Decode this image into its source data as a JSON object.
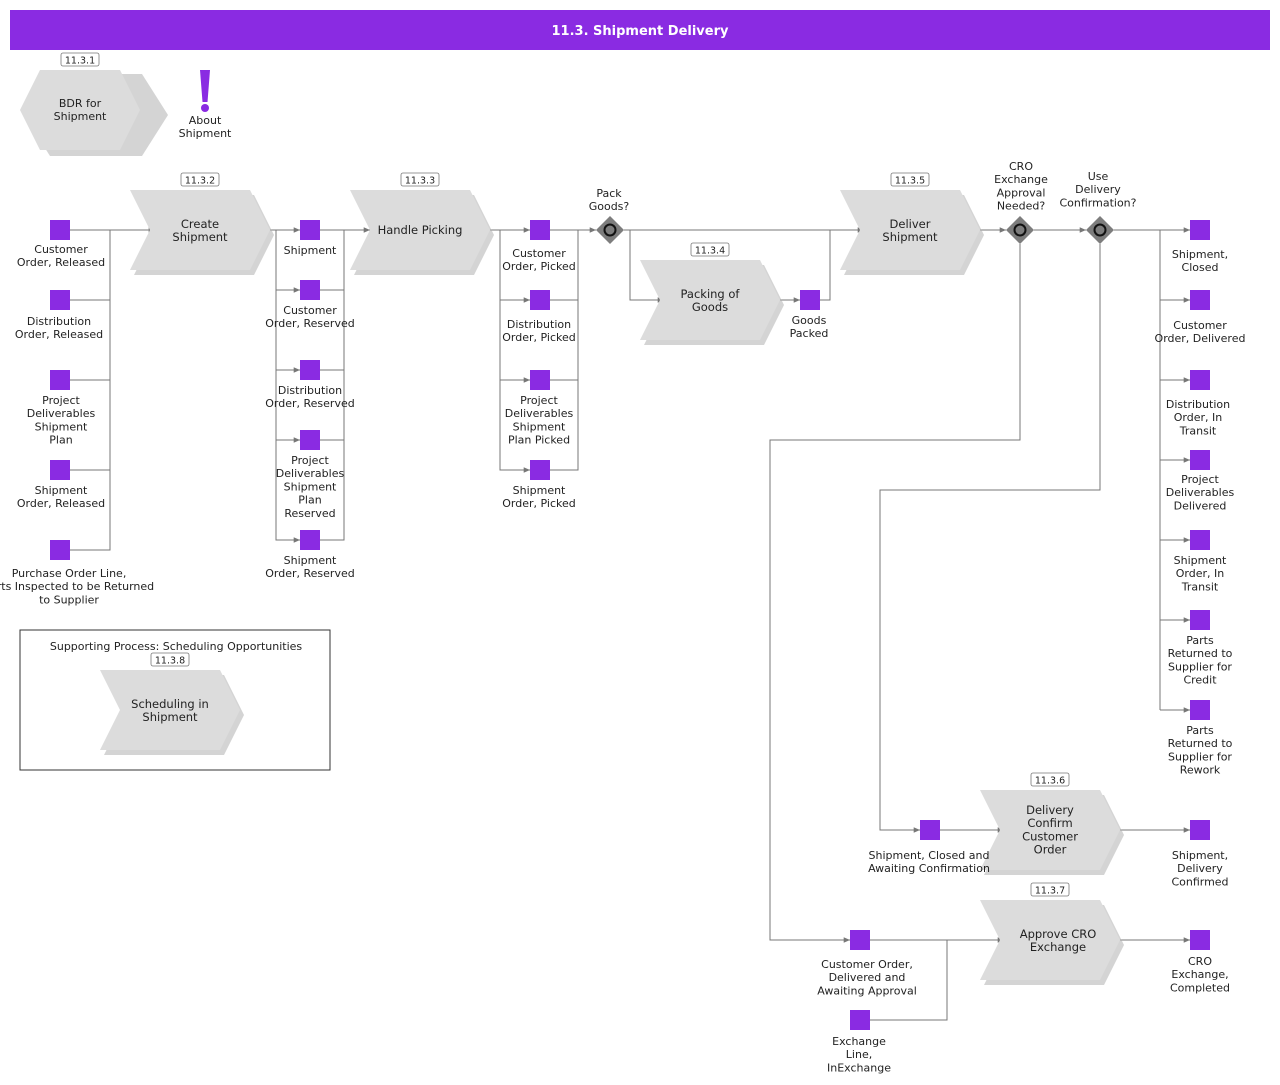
{
  "title": "11.3. Shipment Delivery",
  "colors": {
    "header": "#8a2be2",
    "event": "#8a2be2",
    "process": "#dcdcdc",
    "gateway": "#7d7d7d",
    "line": "#777777"
  },
  "subprocess": {
    "id": "11.3.1",
    "label": "BDR for Shipment"
  },
  "about": {
    "label": "About Shipment",
    "icon": "exclamation-icon"
  },
  "processes": {
    "create_shipment": {
      "id": "11.3.2",
      "label": "Create Shipment"
    },
    "handle_picking": {
      "id": "11.3.3",
      "label": "Handle Picking"
    },
    "packing_goods": {
      "id": "11.3.4",
      "label": "Packing of Goods"
    },
    "deliver_shipment": {
      "id": "11.3.5",
      "label": "Deliver Shipment"
    },
    "delivery_confirm": {
      "id": "11.3.6",
      "label": "Delivery Confirm Customer Order"
    },
    "approve_cro": {
      "id": "11.3.7",
      "label": "Approve CRO Exchange"
    },
    "scheduling": {
      "id": "11.3.8",
      "label": "Scheduling in Shipment"
    }
  },
  "supporting": {
    "title": "Supporting Process: Scheduling Opportunities"
  },
  "gateways": {
    "pack_goods": "Pack Goods?",
    "cro_exchange": "CRO Exchange Approval Needed?",
    "use_delivery": "Use Delivery Confirmation?"
  },
  "events": {
    "inputs": [
      "Customer Order, Released",
      "Distribution Order, Released",
      "Project Deliverables Shipment Plan",
      "Shipment Order, Released",
      "Purchase Order Line, Parts Inspected to be Returned to Supplier"
    ],
    "created": [
      "Shipment",
      "Customer Order, Reserved",
      "Distribution Order, Reserved",
      "Project Deliverables Shipment Plan Reserved",
      "Shipment Order, Reserved"
    ],
    "picked": [
      "Customer Order, Picked",
      "Distribution Order, Picked",
      "Project Deliverables Shipment Plan Picked",
      "Shipment Order, Picked"
    ],
    "goods_packed": "Goods Packed",
    "outputs": [
      "Shipment, Closed",
      "Customer Order, Delivered",
      "Distribution Order, In Transit",
      "Project Deliverables Delivered",
      "Shipment Order, In Transit",
      "Parts Returned to Supplier for Credit",
      "Parts Returned to Supplier for Rework"
    ],
    "awaiting_confirmation": "Shipment, Closed and Awaiting Confirmation",
    "delivery_confirmed": "Shipment, Delivery Confirmed",
    "awaiting_approval": "Customer Order, Delivered and Awaiting Approval",
    "exchange_line": "Exchange Line, InExchange",
    "cro_completed": "CRO Exchange, Completed"
  }
}
